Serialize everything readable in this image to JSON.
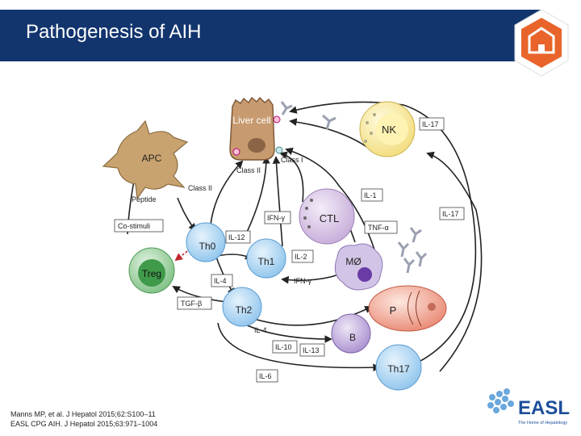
{
  "header": {
    "title": "Pathogenesis of AIH"
  },
  "cells": {
    "liver": "Liver cell",
    "apc": "APC",
    "nk": "NK",
    "ctl": "CTL",
    "th0": "Th0",
    "th1": "Th1",
    "th2": "Th2",
    "treg": "Treg",
    "mo": "MØ",
    "p": "P",
    "b": "B",
    "th17": "Th17"
  },
  "labels": {
    "class_ii_liver": "Class II",
    "class_i": "Class I",
    "class_ii_apc": "Class II",
    "peptide": "Peptide",
    "co_stimuli": "Co-stimuli",
    "il17_a": "IL-17",
    "il17_b": "IL-17",
    "il1": "IL-1",
    "ifng_box": "IFN-γ",
    "tnfa": "TNF-α",
    "il12": "IL-12",
    "il2": "IL-2",
    "il4_a": "IL-4",
    "ifng": "IFN-γ",
    "tgfb": "TGF-β",
    "il4_b": "IL-4",
    "il10": "IL-10",
    "il13": "IL-13",
    "il6": "IL-6"
  },
  "references": [
    "Manns MP, et al. J Hepatol 2015;62:S100–11",
    "EASL CPG AIH. J Hepatol 2015;63:971–1004"
  ],
  "logo": {
    "text": "EASL",
    "tagline": "The Home of Hepatology"
  },
  "colors": {
    "header": "#12356e",
    "accent": "#e8642a",
    "logo_blue": "#1d4f9a"
  }
}
